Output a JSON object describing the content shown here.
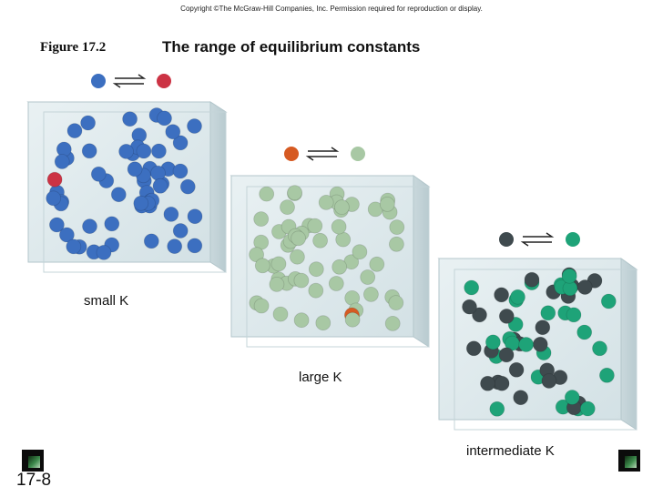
{
  "copyright": "Copyright ©The McGraw-Hill Companies, Inc.  Permission required for reproduction or display.",
  "figure_label": "Figure 17.2",
  "title": "The range of equilibrium constants",
  "slide_number": "17-8",
  "panels": [
    {
      "caption": "small K",
      "reactant_color": "#3c6fc0",
      "product_color": "#cc3344",
      "reactant_count": 58,
      "product_count": 1
    },
    {
      "caption": "large K",
      "reactant_color": "#d65a22",
      "product_color": "#a8c8a4",
      "reactant_count": 1,
      "product_count": 60
    },
    {
      "caption": "intermediate K",
      "reactant_color": "#3f4a4e",
      "product_color": "#1ea378",
      "reactant_count": 28,
      "product_count": 28
    }
  ],
  "icons": [
    "equilibrium-arrows-icon",
    "corner-logo-icon"
  ]
}
